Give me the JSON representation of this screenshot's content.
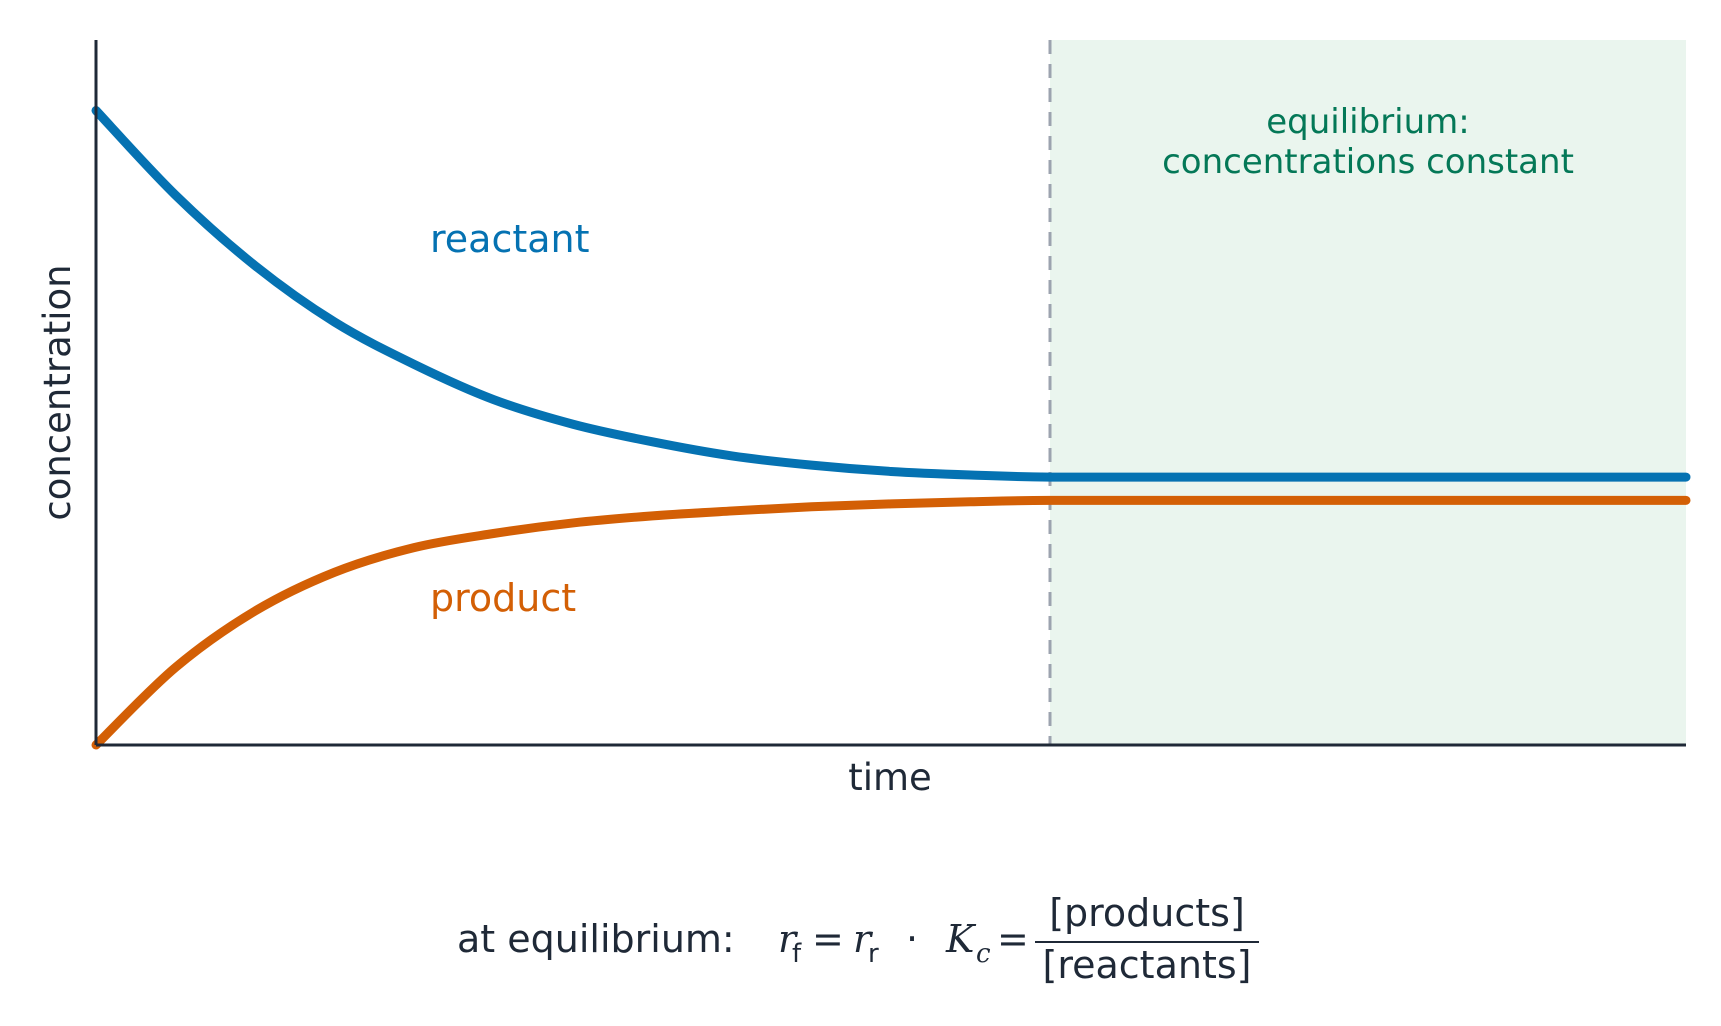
{
  "chart_data": {
    "type": "line",
    "xlabel": "time",
    "ylabel": "concentration",
    "x_ticks": [],
    "y_ticks": [],
    "xlim": [
      0,
      1
    ],
    "ylim": [
      0,
      1
    ],
    "equilibrium_time": 0.6,
    "series": [
      {
        "name": "reactant",
        "color": "#0572b2",
        "x": [
          0,
          0.05,
          0.1,
          0.15,
          0.2,
          0.25,
          0.3,
          0.35,
          0.4,
          0.45,
          0.5,
          0.55,
          0.6,
          0.7,
          0.8,
          0.9,
          1.0
        ],
        "y": [
          0.9,
          0.78,
          0.68,
          0.6,
          0.54,
          0.49,
          0.455,
          0.43,
          0.41,
          0.397,
          0.388,
          0.383,
          0.38,
          0.38,
          0.38,
          0.38,
          0.38
        ]
      },
      {
        "name": "product",
        "color": "#d35f05",
        "x": [
          0,
          0.05,
          0.1,
          0.15,
          0.2,
          0.25,
          0.3,
          0.35,
          0.4,
          0.45,
          0.5,
          0.55,
          0.6,
          0.7,
          0.8,
          0.9,
          1.0
        ],
        "y": [
          0.0,
          0.11,
          0.19,
          0.245,
          0.28,
          0.3,
          0.315,
          0.325,
          0.332,
          0.338,
          0.342,
          0.345,
          0.347,
          0.347,
          0.347,
          0.347,
          0.347
        ]
      }
    ],
    "annotations": {
      "reactant_label": "reactant",
      "product_label": "product",
      "equilibrium_line1": "equilibrium:",
      "equilibrium_line2": "concentrations constant"
    },
    "formula": {
      "prefix": "at equilibrium:",
      "r_symbol": "r",
      "forward_sub": "f",
      "reverse_sub": "r",
      "equals": "=",
      "separator": "·",
      "k_symbol": "K",
      "k_sub": "c",
      "numerator": "[products]",
      "denominator": "[reactants]"
    },
    "colors": {
      "reactant": "#0572b2",
      "product": "#d35f05",
      "equilibrium_fill": "#eaf5ee",
      "equilibrium_text": "#047857",
      "divider": "#9ca3af",
      "axis": "#1f2937"
    }
  }
}
